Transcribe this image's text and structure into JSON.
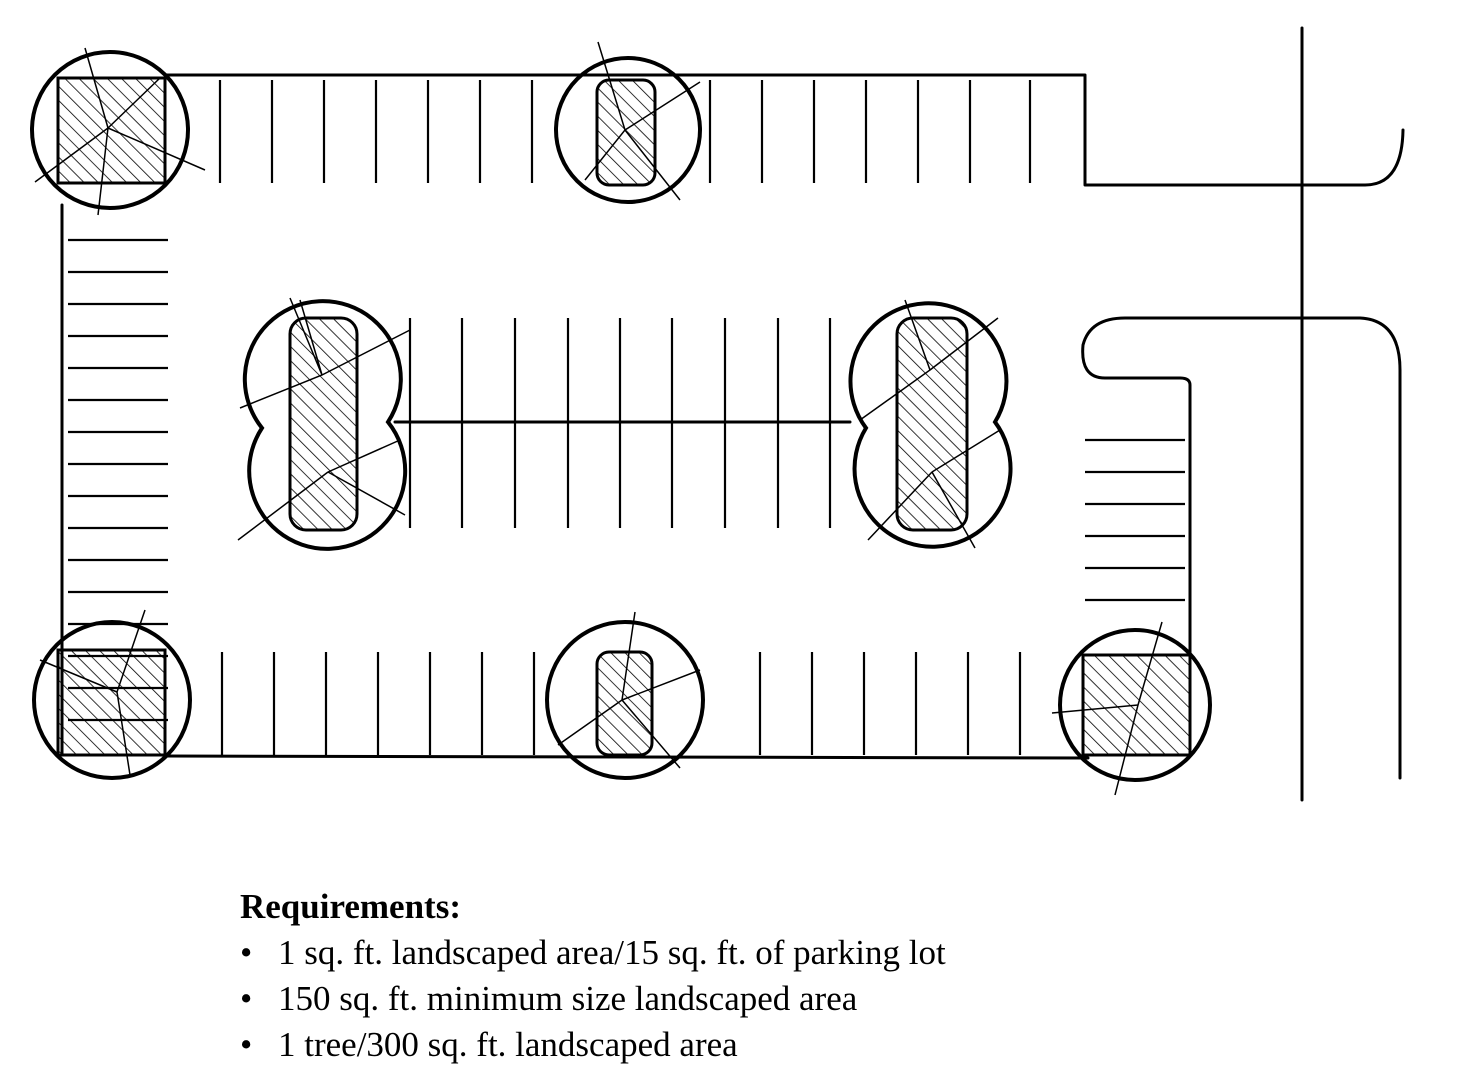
{
  "requirements": {
    "title": "Requirements:",
    "items": [
      "1 sq. ft. landscaped area/15 sq. ft. of parking lot",
      "150 sq. ft. minimum size landscaped area",
      "1 tree/300 sq. ft. landscaped area"
    ]
  },
  "colors": {
    "ink": "#000000",
    "paper": "#ffffff"
  }
}
